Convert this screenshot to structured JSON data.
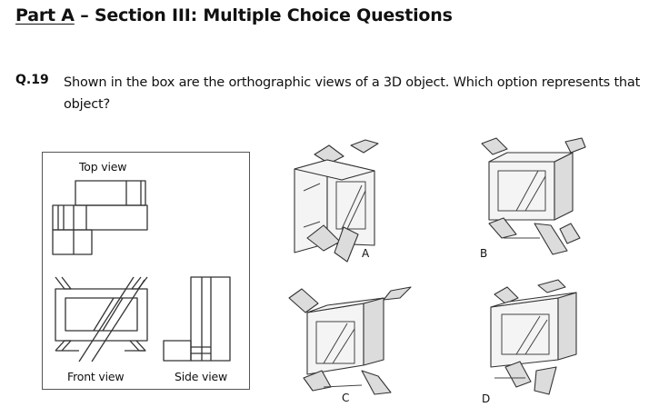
{
  "heading": {
    "part": "Part A",
    "rest": " – Section III: Multiple Choice Questions"
  },
  "question": {
    "number": "Q.19",
    "text": "Shown in the box are the orthographic views of a 3D object. Which option represents that object?"
  },
  "views_box": {
    "top_view_label": "Top view",
    "front_view_label": "Front view",
    "side_view_label": "Side view"
  },
  "options": [
    {
      "letter": "A"
    },
    {
      "letter": "B"
    },
    {
      "letter": "C"
    },
    {
      "letter": "D"
    }
  ],
  "colors": {
    "text": "#111111",
    "line": "#333333",
    "box_border": "#555555"
  }
}
